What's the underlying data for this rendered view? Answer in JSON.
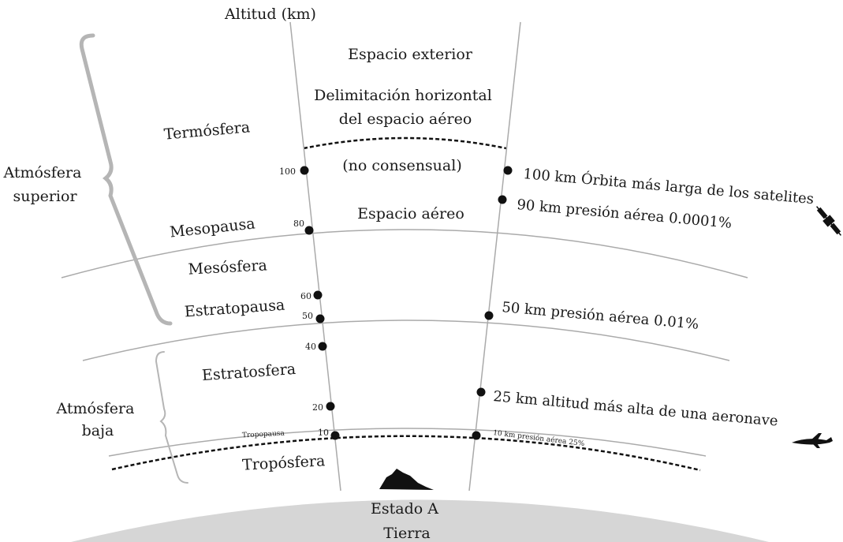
{
  "axis_title": "Altitud (km)",
  "upper_atmosphere": [
    "Atmósfera",
    "superior"
  ],
  "lower_atmosphere": [
    "Atmósfera",
    "baja"
  ],
  "layers": {
    "thermosphere": "Termósfera",
    "mesopause": "Mesopausa",
    "mesosphere": "Mesósfera",
    "stratopause": "Estratopausa",
    "stratosphere": "Estratosfera",
    "tropopause": "Tropopausa",
    "troposphere": "Tropósfera"
  },
  "center": {
    "outer_space": "Espacio exterior",
    "delimitation_line1": "Delimitación horizontal",
    "delimitation_line2": "del espacio aéreo",
    "no_consensus": "(no consensual)",
    "airspace": "Espacio aéreo"
  },
  "ticks": [
    "100",
    "80",
    "60",
    "50",
    "40",
    "20",
    "10"
  ],
  "right_annotations": {
    "satellites": "100 km Órbita más larga de los satelites",
    "pressure_90": "90 km presión aérea 0.0001%",
    "pressure_50": "50 km presión aérea 0.01%",
    "aircraft_25": "25 km altitud más alta de una aeronave",
    "pressure_10": "10 km presión aérea 25%"
  },
  "earth": [
    "Estado A",
    "Tierra"
  ],
  "icons": [
    "satellite-icon",
    "airplane-icon",
    "mountain-icon"
  ],
  "colors": {
    "earth": "#d6d6d6",
    "brace": "#b5b5b5",
    "line": "#aaaaaa",
    "ink": "#1a1a1a"
  }
}
